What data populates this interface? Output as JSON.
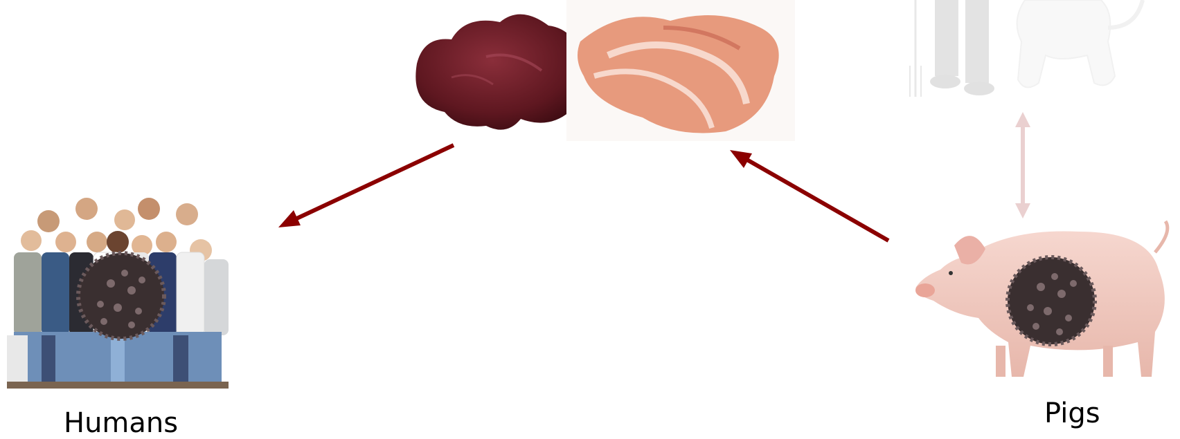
{
  "nodes": {
    "humans": {
      "label": "Humans",
      "image": "group-of-people-photo",
      "virus": "virus-particle-icon"
    },
    "pigs": {
      "label": "Pigs",
      "image": "pig-photo",
      "virus": "virus-particle-icon"
    },
    "food": {
      "image_left": "pork-liver-photo",
      "image_right": "cured-ham-slices-photo"
    },
    "faded_top_right": {
      "image": "farmer-and-dog-photo",
      "opacity": "faded"
    }
  },
  "edges": [
    {
      "from": "pigs",
      "to": "food",
      "style": "solid",
      "color": "#8b0000"
    },
    {
      "from": "food",
      "to": "humans",
      "style": "solid",
      "color": "#8b0000"
    },
    {
      "from": "faded_top_right",
      "to": "pigs",
      "style": "double-headed faded",
      "color": "#e8c8c8"
    }
  ],
  "colors": {
    "arrow": "#8b0000",
    "faded_arrow": "#ead0d0",
    "background": "#ffffff"
  }
}
